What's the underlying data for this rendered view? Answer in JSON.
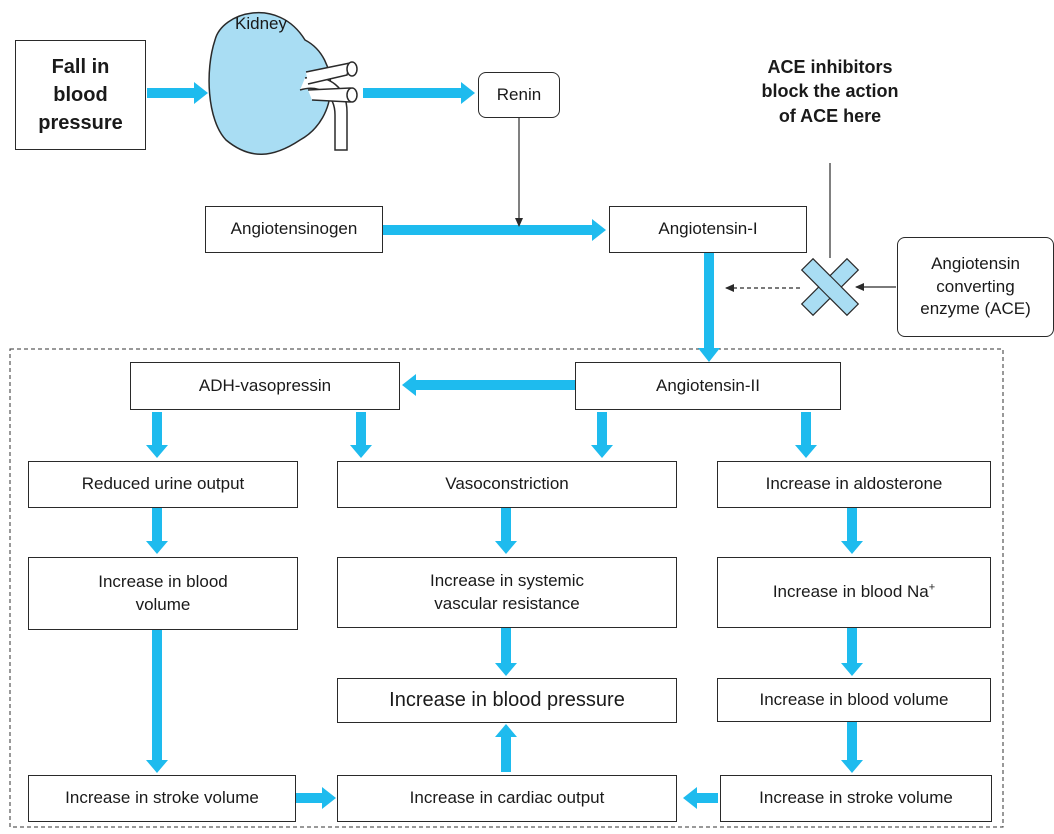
{
  "colors": {
    "arrow": "#1EBBEE",
    "kidney": "#A9DDF3",
    "outline": "#2A2A2A"
  },
  "nodes": {
    "fall_bp": "Fall in\nblood\npressure",
    "kidney": "Kidney",
    "renin": "Renin",
    "angiotensinogen": "Angiotensinogen",
    "angiotensin_1": "Angiotensin-I",
    "ace_note": "ACE inhibitors\nblock the action\nof ACE here",
    "ace": "Angiotensin\nconverting\nenzyme (ACE)",
    "angiotensin_2": "Angiotensin-II",
    "adh": "ADH-vasopressin",
    "reduced_urine": "Reduced urine output",
    "vasoconstriction": "Vasoconstriction",
    "aldosterone": "Increase in aldosterone",
    "blood_volume_left": "Increase in blood\nvolume",
    "svr": "Increase in systemic\nvascular resistance",
    "blood_na": "Increase in blood Na",
    "blood_na_sup": "+",
    "increase_bp": "Increase in blood pressure",
    "blood_volume_right": "Increase in blood volume",
    "stroke_volume_left": "Increase in stroke volume",
    "cardiac_output": "Increase in cardiac output",
    "stroke_volume_right": "Increase in stroke volume"
  }
}
